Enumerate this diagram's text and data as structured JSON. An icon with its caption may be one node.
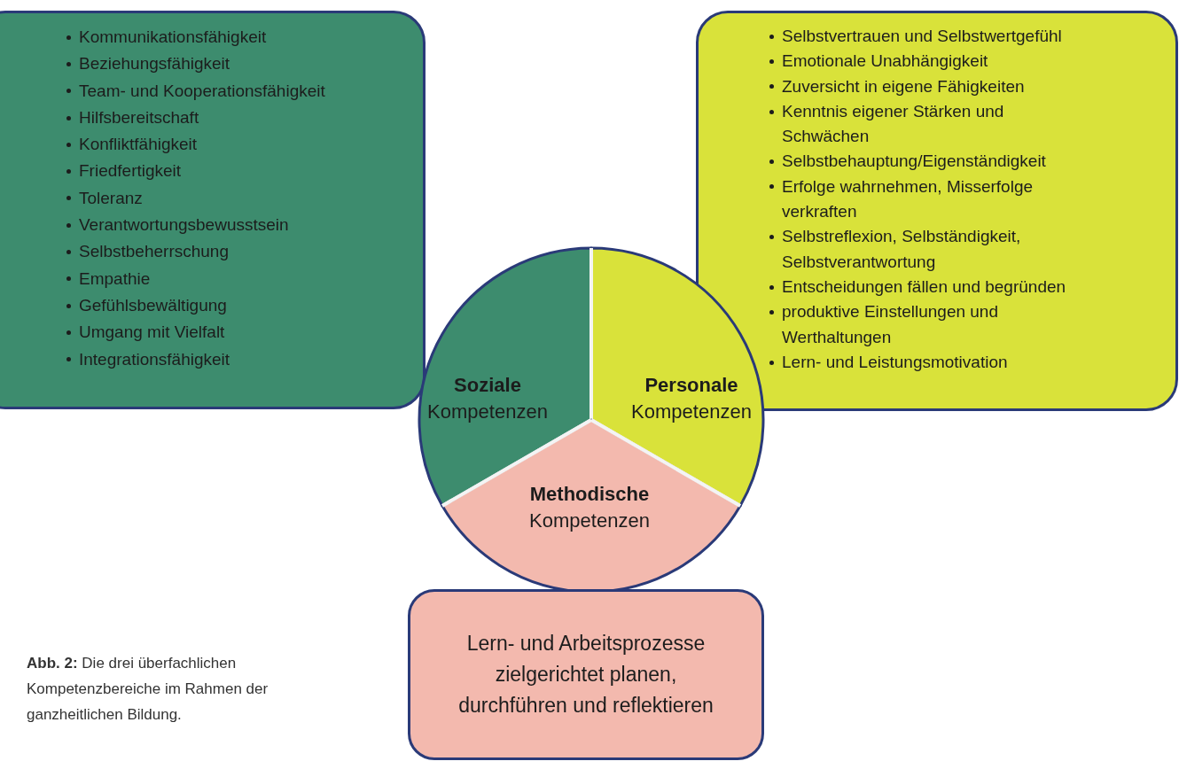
{
  "diagram": {
    "nodes": [
      {
        "text": [
          "Kommunikationsfähigkeit",
          "Beziehungsfähigkeit",
          "Team- und Kooperationsfähigkeit",
          "Hilfsbereitschaft",
          "Konfliktfähigkeit",
          "Friedfertigkeit",
          "Toleranz",
          "Verantwortungsbewusstsein",
          "Selbstbeherrschung",
          "Empathie",
          "Gefühlsbewältigung",
          "Umgang mit Vielfalt",
          "Integrationsfähigkeit"
        ]
      },
      {
        "text": [
          "Selbstvertrauen und Selbstwertgefühl",
          "Emotionale Unabhängigkeit",
          "Zuversicht in eigene Fähigkeiten",
          "Kenntnis eigener Stärken und Schwächen",
          "Selbstbehauptung/Eigenständigkeit",
          "Erfolge wahrnehmen, Misserfolge verkraften",
          "Selbstreflexion, Selbständigkeit, Selbstverantwortung",
          "Entscheidungen fällen und begründen",
          "produktive Einstellungen und Werthaltungen",
          "Lern- und Leistungsmotivation"
        ]
      },
      {
        "text": [
          "Soziale",
          "Kompetenzen"
        ]
      },
      {
        "text": [
          "Personale",
          "Kompetenzen"
        ]
      },
      {
        "text": [
          "Methodische",
          "Kompetenzen"
        ]
      },
      {
        "text": [
          "Lern- und Arbeitsprozesse zielgerichtet planen, durchführen und reflektieren"
        ]
      }
    ],
    "caption": "**Abb. 2:** Die drei überfachlichen Kompetenzbereiche im Rahmen der ganzheitlichen Bildung."
  }
}
